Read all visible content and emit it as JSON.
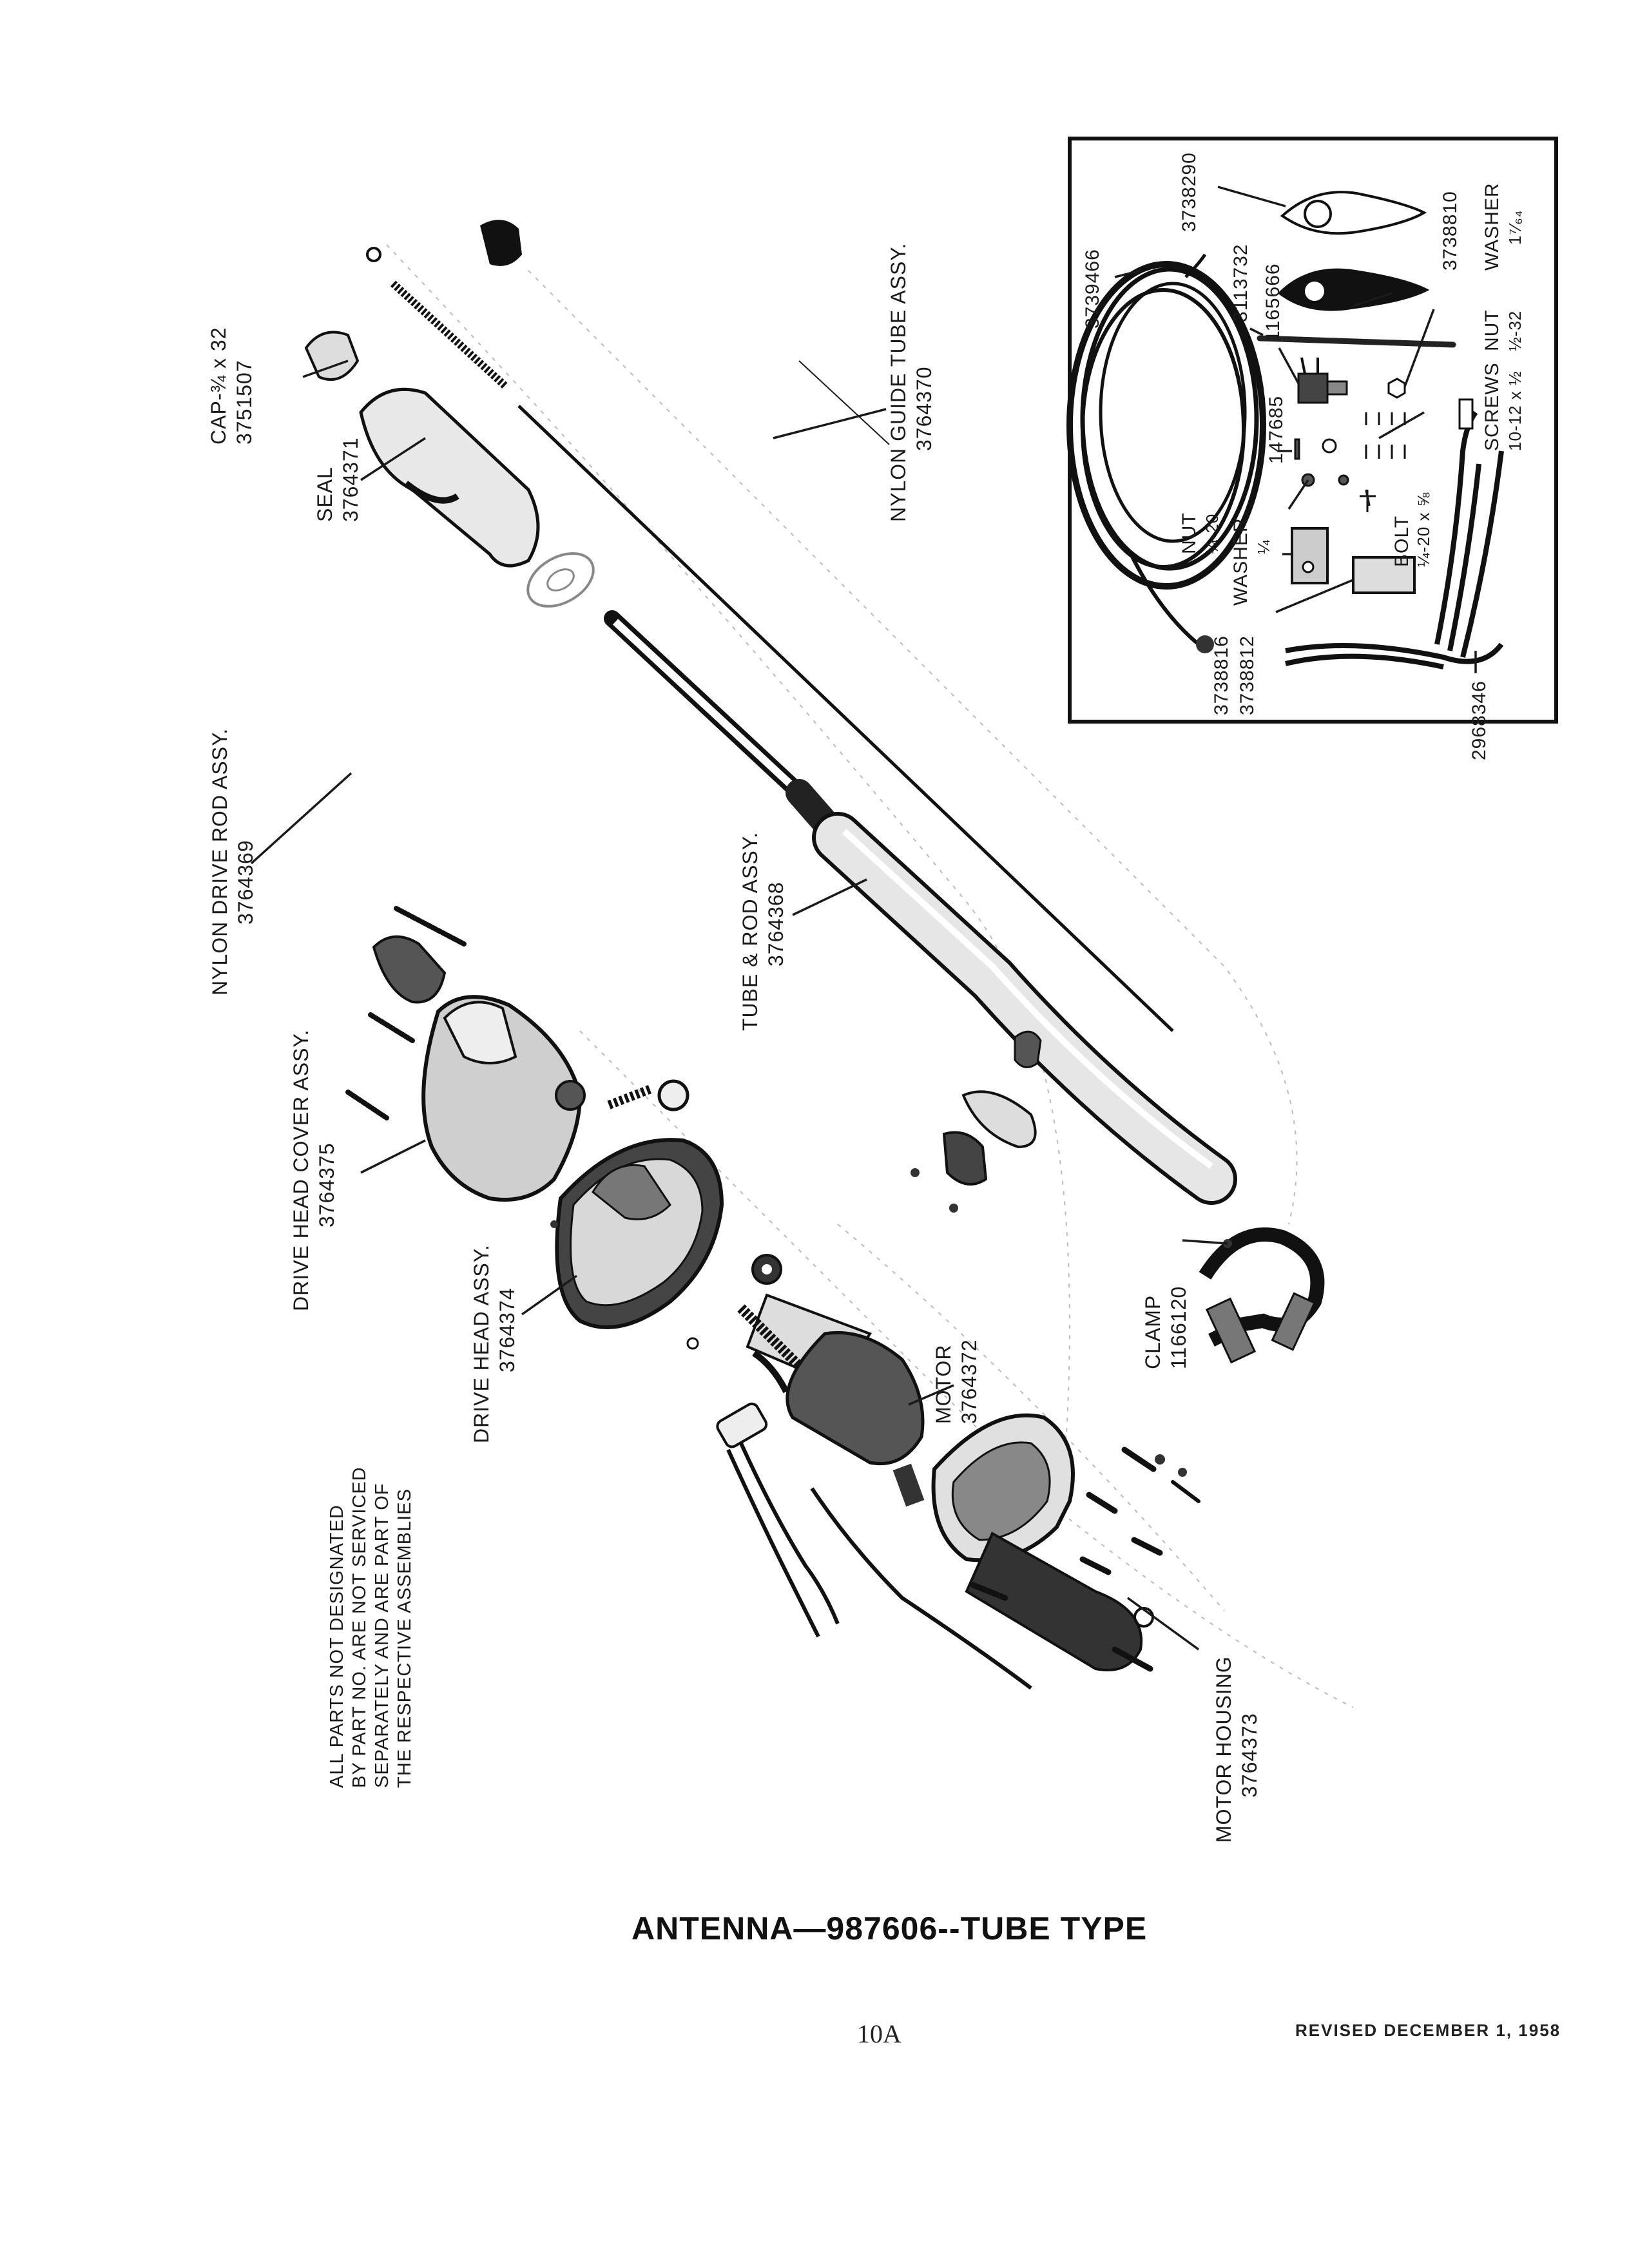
{
  "title": "ANTENNA—987606--TUBE TYPE",
  "page_number": "10A",
  "revision": "REVISED DECEMBER 1, 1958",
  "note": [
    "ALL PARTS NOT DESIGNATED",
    "BY PART NO. ARE NOT SERVICED",
    "SEPARATELY AND ARE PART OF",
    "THE RESPECTIVE ASSEMBLIES"
  ],
  "labels": {
    "cap": [
      "CAP-¾ x 32",
      "3751507"
    ],
    "seal": [
      "SEAL",
      "3764371"
    ],
    "nylon_guide": [
      "NYLON GUIDE TUBE ASSY.",
      "3764370"
    ],
    "nylon_drive": [
      "NYLON DRIVE ROD ASSY.",
      "3764369"
    ],
    "tube_rod": [
      "TUBE & ROD ASSY.",
      "3764368"
    ],
    "drive_head_cover": [
      "DRIVE HEAD COVER ASSY.",
      "3764375"
    ],
    "drive_head": [
      "DRIVE HEAD ASSY.",
      "3764374"
    ],
    "motor": [
      "MOTOR",
      "3764372"
    ],
    "clamp": [
      "CLAMP",
      "1166120"
    ],
    "motor_housing": [
      "MOTOR HOUSING",
      "3764373"
    ]
  },
  "inset": {
    "p3739466": "3739466",
    "p3738290": "3738290",
    "p3738810": "3738810",
    "p3113732": "3113732",
    "p1165666": "1165666",
    "p147685": "147685",
    "nut": [
      "NUT",
      "¼-20"
    ],
    "washer": [
      "WASHER",
      "¼"
    ],
    "bolt": [
      "BOLT",
      "¼-20 x ⅝"
    ],
    "screws": [
      "SCREWS",
      "10-12 x ½"
    ],
    "nut2": [
      "NUT",
      "½-32"
    ],
    "washer2": [
      "WASHER",
      "1⁷⁄₆₄"
    ],
    "p3738816": "3738816",
    "p3738812": "3738812",
    "p2968346": "2968346"
  }
}
